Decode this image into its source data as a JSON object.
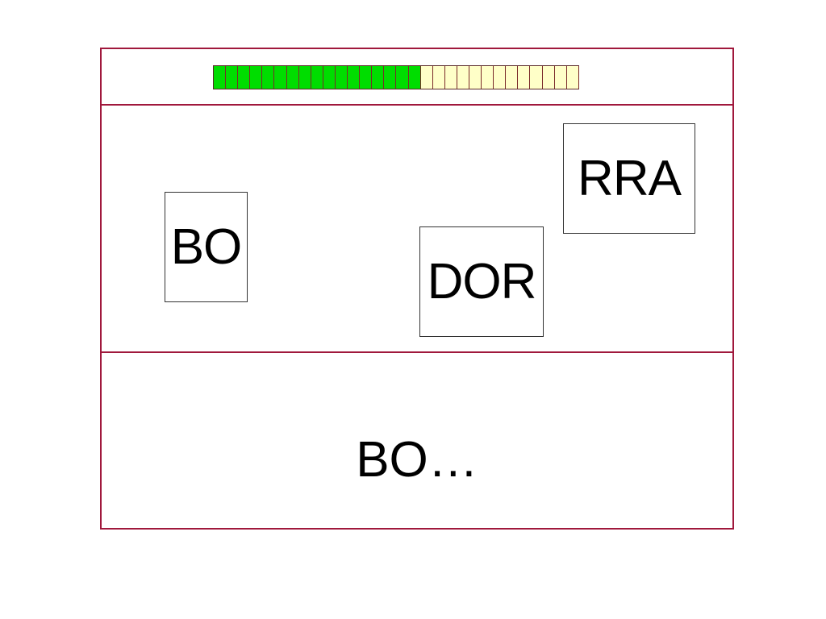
{
  "progress": {
    "total_segments": 30,
    "filled_segments": 17,
    "filled_color": "#00dd00",
    "empty_color": "#ffffc8"
  },
  "cards": {
    "bo": "BO",
    "dor": "DOR",
    "rra": "RRA"
  },
  "answer": {
    "text": "BO…"
  },
  "colors": {
    "frame": "#a0183c"
  }
}
